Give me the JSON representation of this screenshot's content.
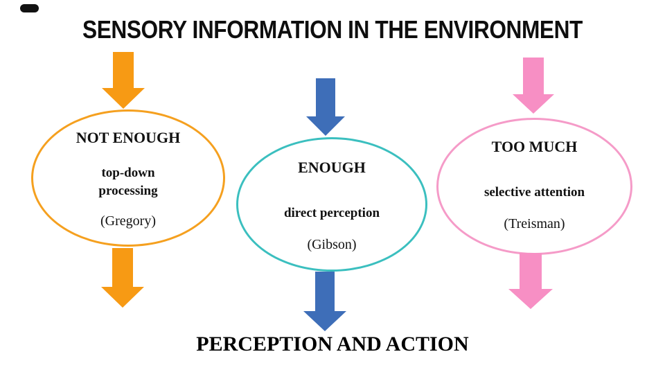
{
  "title": "SENSORY INFORMATION IN THE ENVIRONMENT",
  "footer": "PERCEPTION AND ACTION",
  "background_color": "#FFFFFF",
  "columns": [
    {
      "id": "not-enough",
      "heading": "NOT ENOUGH",
      "process": "top-down\nprocessing",
      "theorist": "(Gregory)",
      "ellipse_color": "#F5A01F",
      "arrow_color": "#F79A14"
    },
    {
      "id": "enough",
      "heading": "ENOUGH",
      "process": "direct perception",
      "theorist": "(Gibson)",
      "ellipse_color": "#3BBFBF",
      "arrow_color": "#3E6EB8"
    },
    {
      "id": "too-much",
      "heading": "TOO MUCH",
      "process": "selective attention",
      "theorist": "(Treisman)",
      "ellipse_color": "#F59BC8",
      "arrow_color": "#F78FC4"
    }
  ]
}
